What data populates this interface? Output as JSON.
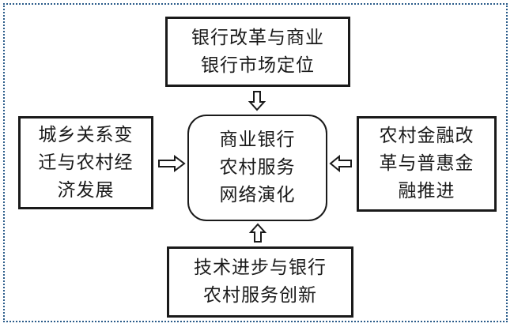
{
  "diagram": {
    "center": {
      "lines": [
        "商业银行",
        "农村服务",
        "网络演化"
      ]
    },
    "top": {
      "lines": [
        "银行改革与商业",
        "银行市场定位"
      ]
    },
    "left": {
      "lines": [
        "城乡关系变",
        "迁与农村经",
        "济发展"
      ]
    },
    "right": {
      "lines": [
        "农村金融改",
        "革与普惠金",
        "融推进"
      ]
    },
    "bottom": {
      "lines": [
        "技术进步与银行",
        "农村服务创新"
      ]
    }
  }
}
